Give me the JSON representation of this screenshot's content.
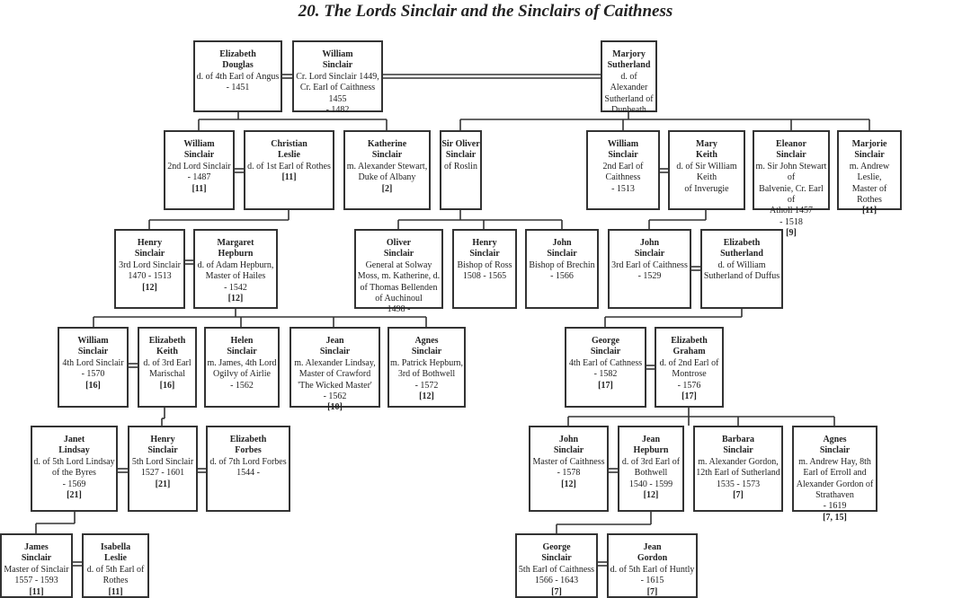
{
  "title": "20. The Lords Sinclair and the Sinclairs of Caithness",
  "people": [
    {
      "name": [
        "Elizabeth",
        "Douglas"
      ],
      "details": [
        "d. of 4th Earl of Angus",
        "- 1451"
      ],
      "ref": ""
    },
    {
      "name": [
        "William",
        "Sinclair"
      ],
      "details": [
        "Cr. Lord Sinclair 1449,",
        "Cr. Earl of Caithness",
        "1455",
        "- 1482"
      ],
      "ref": ""
    },
    {
      "name": [
        "Marjory",
        "Sutherland"
      ],
      "details": [
        "d. of Alexander",
        "Sutherland of",
        "Dunbeath"
      ],
      "ref": ""
    },
    {
      "name": [
        "William",
        "Sinclair"
      ],
      "details": [
        "2nd Lord Sinclair",
        "- 1487"
      ],
      "ref": "[11]"
    },
    {
      "name": [
        "Christian",
        "Leslie"
      ],
      "details": [
        "d. of 1st Earl of Rothes"
      ],
      "ref": "[11]"
    },
    {
      "name": [
        "Katherine",
        "Sinclair"
      ],
      "details": [
        "m. Alexander Stewart,",
        "Duke of Albany"
      ],
      "ref": "[2]"
    },
    {
      "name": [
        "Sir Oliver",
        "Sinclair"
      ],
      "details": [
        "of Roslin"
      ],
      "ref": ""
    },
    {
      "name": [
        "William",
        "Sinclair"
      ],
      "details": [
        "2nd Earl of Caithness",
        "- 1513"
      ],
      "ref": ""
    },
    {
      "name": [
        "Mary",
        "Keith"
      ],
      "details": [
        "d. of Sir William Keith",
        "of Inverugie"
      ],
      "ref": ""
    },
    {
      "name": [
        "Eleanor",
        "Sinclair"
      ],
      "details": [
        "m. Sir John Stewart of",
        "Balvenie, Cr. Earl of",
        "Atholl 1457",
        "- 1518"
      ],
      "ref": "[9]"
    },
    {
      "name": [
        "Marjorie",
        "Sinclair"
      ],
      "details": [
        "m. Andrew Leslie,",
        "Master of Rothes"
      ],
      "ref": "[11]"
    },
    {
      "name": [
        "Henry",
        "Sinclair"
      ],
      "details": [
        "3rd Lord Sinclair",
        "1470 - 1513"
      ],
      "ref": "[12]"
    },
    {
      "name": [
        "Margaret",
        "Hepburn"
      ],
      "details": [
        "d. of Adam Hepburn,",
        "Master of Hailes",
        "- 1542"
      ],
      "ref": "[12]"
    },
    {
      "name": [
        "Oliver",
        "Sinclair"
      ],
      "details": [
        "General at Solway",
        "Moss, m. Katherine, d.",
        "of Thomas Bellenden",
        "of Auchinoul",
        "1498 -"
      ],
      "ref": ""
    },
    {
      "name": [
        "Henry",
        "Sinclair"
      ],
      "details": [
        "Bishop of Ross",
        "1508 - 1565"
      ],
      "ref": ""
    },
    {
      "name": [
        "John",
        "Sinclair"
      ],
      "details": [
        "Bishop of Brechin",
        "- 1566"
      ],
      "ref": ""
    },
    {
      "name": [
        "John",
        "Sinclair"
      ],
      "details": [
        "3rd Earl of Caithness",
        "- 1529"
      ],
      "ref": ""
    },
    {
      "name": [
        "Elizabeth",
        "Sutherland"
      ],
      "details": [
        "d. of William",
        "Sutherland of Duffus"
      ],
      "ref": ""
    },
    {
      "name": [
        "William",
        "Sinclair"
      ],
      "details": [
        "4th Lord Sinclair",
        "- 1570"
      ],
      "ref": "[16]"
    },
    {
      "name": [
        "Elizabeth",
        "Keith"
      ],
      "details": [
        "d. of 3rd Earl",
        "Marischal"
      ],
      "ref": "[16]"
    },
    {
      "name": [
        "Helen",
        "Sinclair"
      ],
      "details": [
        "m. James, 4th Lord",
        "Ogilvy of Airlie",
        "- 1562"
      ],
      "ref": ""
    },
    {
      "name": [
        "Jean",
        "Sinclair"
      ],
      "details": [
        "m. Alexander Lindsay,",
        "Master of Crawford",
        "'The Wicked Master'",
        "- 1562"
      ],
      "ref": "[10]"
    },
    {
      "name": [
        "Agnes",
        "Sinclair"
      ],
      "details": [
        "m. Patrick Hepburn,",
        "3rd of Bothwell",
        "- 1572"
      ],
      "ref": "[12]"
    },
    {
      "name": [
        "George",
        "Sinclair"
      ],
      "details": [
        "4th Earl of Cathness",
        "- 1582"
      ],
      "ref": "[17]"
    },
    {
      "name": [
        "Elizabeth",
        "Graham"
      ],
      "details": [
        "d. of 2nd Earl of",
        "Montrose",
        "- 1576"
      ],
      "ref": "[17]"
    },
    {
      "name": [
        "Janet",
        "Lindsay"
      ],
      "details": [
        "d. of 5th Lord Lindsay",
        "of the Byres",
        "- 1569"
      ],
      "ref": "[21]"
    },
    {
      "name": [
        "Henry",
        "Sinclair"
      ],
      "details": [
        "5th Lord Sinclair",
        "1527 - 1601"
      ],
      "ref": "[21]"
    },
    {
      "name": [
        "Elizabeth",
        "Forbes"
      ],
      "details": [
        "d. of 7th Lord Forbes",
        "1544 -"
      ],
      "ref": ""
    },
    {
      "name": [
        "John",
        "Sinclair"
      ],
      "details": [
        "Master of Caithness",
        "- 1578"
      ],
      "ref": "[12]"
    },
    {
      "name": [
        "Jean",
        "Hepburn"
      ],
      "details": [
        "d. of 3rd Earl of",
        "Bothwell",
        "1540 - 1599"
      ],
      "ref": "[12]"
    },
    {
      "name": [
        "Barbara",
        "Sinclair"
      ],
      "details": [
        "m. Alexander Gordon,",
        "12th Earl of Sutherland",
        "1535 - 1573"
      ],
      "ref": "[7]"
    },
    {
      "name": [
        "Agnes",
        "Sinclair"
      ],
      "details": [
        "m. Andrew Hay, 8th",
        "Earl of Erroll and",
        "Alexander Gordon of",
        "Strathaven",
        "- 1619"
      ],
      "ref": "[7, 15]"
    },
    {
      "name": [
        "James",
        "Sinclair"
      ],
      "details": [
        "Master of Sinclair",
        "1557 - 1593"
      ],
      "ref": "[11]"
    },
    {
      "name": [
        "Isabella",
        "Leslie"
      ],
      "details": [
        "d. of 5th Earl of",
        "Rothes"
      ],
      "ref": "[11]"
    },
    {
      "name": [
        "George",
        "Sinclair"
      ],
      "details": [
        "5th Earl of Caithness",
        "1566 - 1643"
      ],
      "ref": "[7]"
    },
    {
      "name": [
        "Jean",
        "Gordon"
      ],
      "details": [
        "d. of 5th Earl of Huntly",
        "- 1615"
      ],
      "ref": "[7]"
    }
  ]
}
